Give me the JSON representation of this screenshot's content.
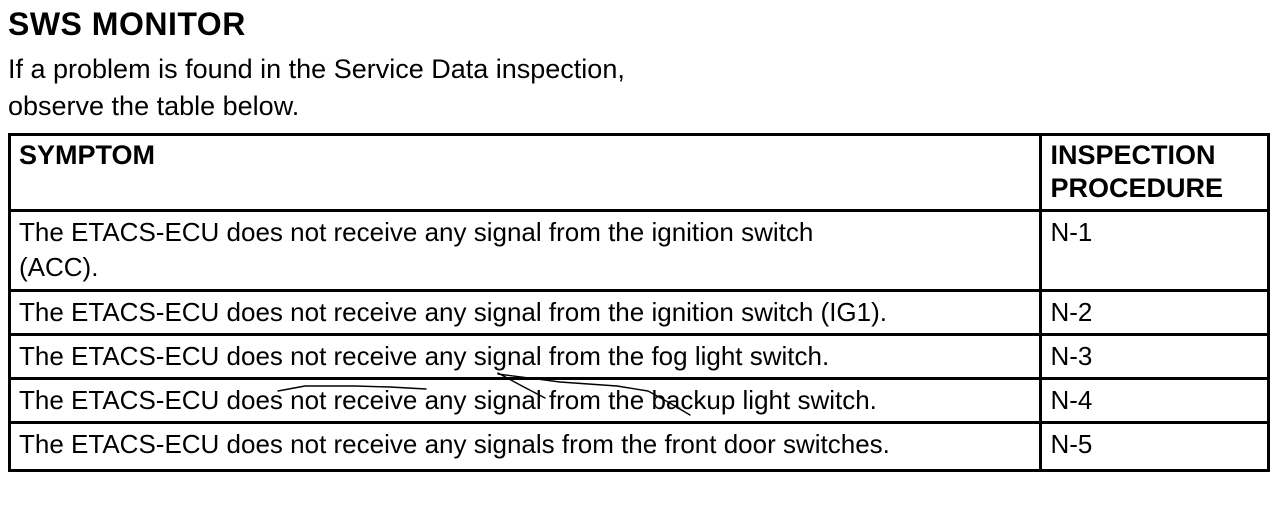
{
  "page": {
    "title": "SWS MONITOR",
    "intro": "If a problem is found in the Service Data inspection,\nobserve the table below."
  },
  "table": {
    "headers": [
      "SYMPTOM",
      "INSPECTION PROCEDURE"
    ],
    "rows": [
      {
        "symptom": "The ETACS-ECU does not receive any signal from the ignition switch\n(ACC).",
        "procedure": "N-1"
      },
      {
        "symptom": "The ETACS-ECU does not receive any signal from the ignition switch (IG1).",
        "procedure": "N-2"
      },
      {
        "symptom": "The ETACS-ECU does not receive any signal from the fog light switch.",
        "procedure": "N-3"
      },
      {
        "symptom": "The ETACS-ECU does not receive any signal from the backup light switch.",
        "procedure": "N-4"
      },
      {
        "symptom": "The ETACS-ECU does not receive any signals from the front door switches.",
        "procedure": "N-5"
      }
    ]
  },
  "annotations": {
    "pen_marks": [
      "hand-drawn underline beneath 'does not receive' in row N-3",
      "hand-drawn scribble line from 'any signal' in row N-3 crossing down into row N-4"
    ]
  },
  "colors": {
    "background": "#ffffff",
    "text": "#000000",
    "border": "#000000"
  }
}
